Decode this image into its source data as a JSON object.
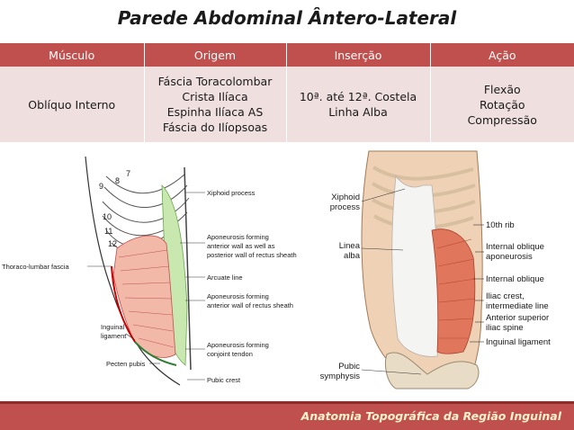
{
  "title": "Parede Abdominal Ântero-Lateral",
  "table": {
    "headers": [
      "Músculo",
      "Origem",
      "Inserção",
      "Ação"
    ],
    "row": {
      "musculo": "Oblíquo Interno",
      "origem": [
        "Fáscia Toracolombar",
        "Crista Ilíaca",
        "Espinha Ilíaca AS",
        "Fáscia do Ilíopsoas"
      ],
      "insercao": [
        "10ª. até 12ª. Costela",
        "Linha Alba"
      ],
      "acao": [
        "Flexão",
        "Rotação",
        "Compressão"
      ]
    }
  },
  "left_figure": {
    "rib_numbers": [
      "7",
      "8",
      "9",
      "10",
      "11",
      "12"
    ],
    "labels": {
      "xiphoid": "Xiphoid process",
      "apo_ant_post": [
        "Aponeurosis forming",
        "anterior wall as well as",
        "posterior wall of rectus sheath"
      ],
      "thoraco": "Thoraco-lumbar fascia",
      "arcuate": "Arcuate line",
      "apo_ant": [
        "Aponeurosis forming",
        "anterior wall of rectus sheath"
      ],
      "inguinal": [
        "Inguinal",
        "ligament"
      ],
      "apo_conjoint": [
        "Aponeurosis forming",
        "conjoint tendon"
      ],
      "pecten": "Pecten pubis",
      "pubic_crest": "Pubic crest"
    }
  },
  "right_figure": {
    "labels": {
      "xiphoid": [
        "Xiphoid",
        "process"
      ],
      "linea": [
        "Linea",
        "alba"
      ],
      "pubic": [
        "Pubic",
        "symphysis"
      ],
      "rib10": "10th rib",
      "io_apo": [
        "Internal oblique",
        "aponeurosis"
      ],
      "io": "Internal oblique",
      "iliac_crest": [
        "Iliac crest,",
        "intermediate line"
      ],
      "asis": [
        "Anterior superior",
        "iliac spine"
      ],
      "inguinal": "Inguinal ligament"
    }
  },
  "footer": "Anatomia Topográfica da Região Inguinal",
  "colors": {
    "header_bg": "#c0504d",
    "row_bg": "#efdfdf",
    "footer_bg": "#c0504d",
    "footer_text": "#fff2cc"
  }
}
